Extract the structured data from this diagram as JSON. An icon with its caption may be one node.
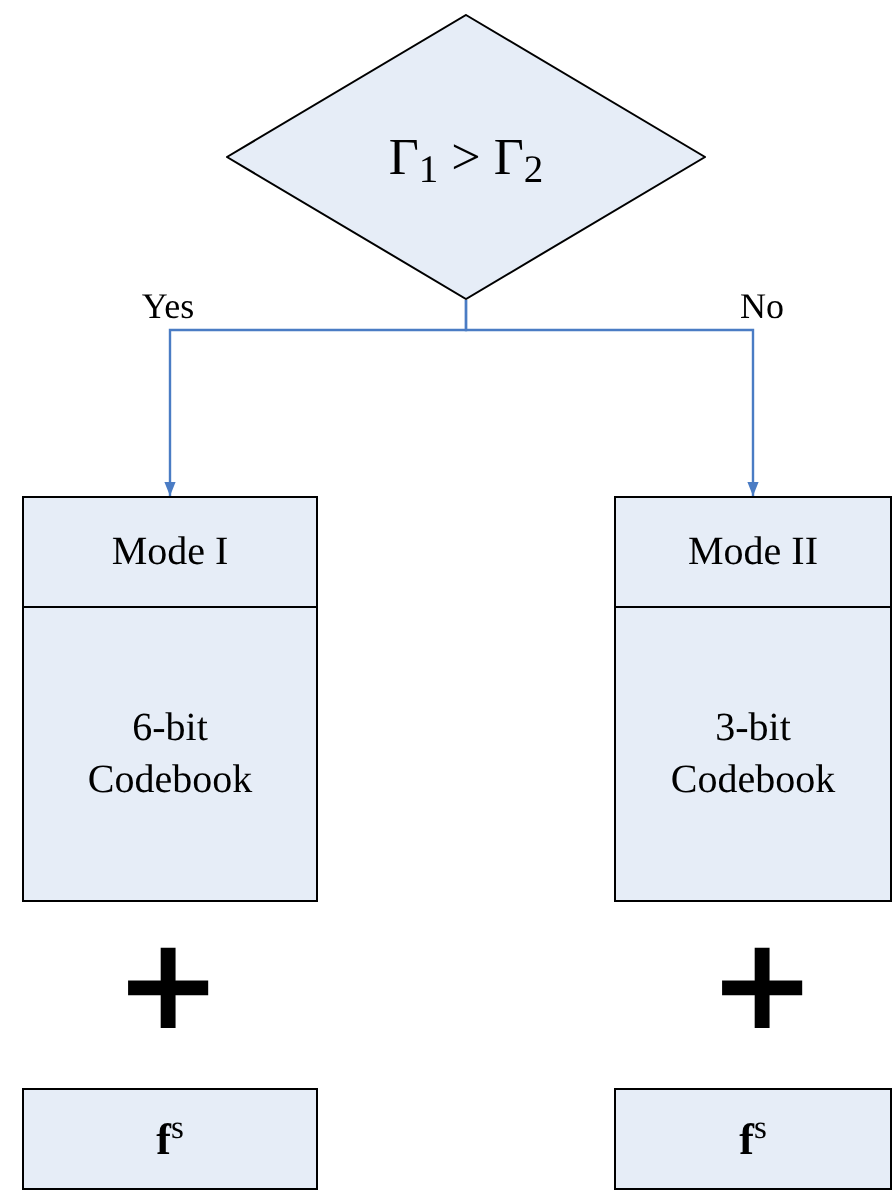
{
  "diagram": {
    "nodes": [
      {
        "text": [
          "Γ$_{1}$ > Γ$_{2}$"
        ]
      },
      {
        "text": [
          "Mode I",
          "6-bit Codebook"
        ]
      },
      {
        "text": [
          "Mode II",
          "3-bit Codebook"
        ]
      },
      {
        "text": [
          "**f**$^{s}$"
        ]
      },
      {
        "text": [
          "**f**$^{s}$"
        ]
      }
    ],
    "edges": [
      {
        "from": 0,
        "to": 1,
        "arrow": "to",
        "label": "Yes"
      },
      {
        "from": 0,
        "to": 2,
        "arrow": "to",
        "label": "No"
      }
    ],
    "labels": [
      "+",
      "+"
    ]
  }
}
